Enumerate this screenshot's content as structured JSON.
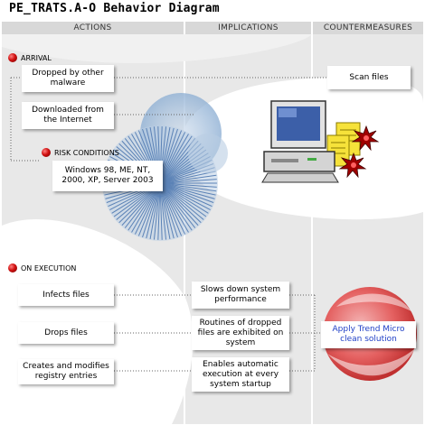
{
  "title": "PE_TRATS.A-O Behavior Diagram",
  "columns": {
    "actions": "ACTIONS",
    "implications": "IMPLICATIONS",
    "countermeasures": "COUNTERMEASURES"
  },
  "arrival": {
    "label": "ARRIVAL",
    "items": [
      "Dropped by other malware",
      "Downloaded from the Internet"
    ]
  },
  "risk": {
    "label": "RISK CONDITIONS",
    "text": "Windows 98, ME, NT, 2000, XP, Server 2003"
  },
  "countermeasures": {
    "scan": "Scan files",
    "clean": "Apply Trend Micro clean solution"
  },
  "execution": {
    "label": "ON EXECUTION",
    "actions": [
      "Infects files",
      "Drops files",
      "Creates and modifies registry entries"
    ],
    "implications": [
      "Slows down system performance",
      "Routines of dropped files are exhibited on system",
      "Enables automatic execution at every system startup"
    ]
  },
  "colors": {
    "header_bg": "#d8d8d8",
    "panel_bg": "#e8e8e8",
    "bullet": "#d01010",
    "clean_text": "#1f3fc6",
    "swirl": "#d43a3a"
  }
}
